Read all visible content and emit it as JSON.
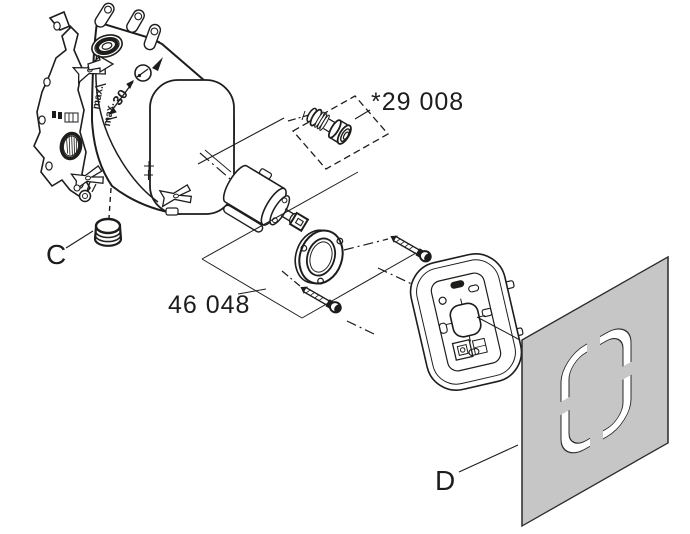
{
  "diagram": {
    "type": "exploded-parts-diagram",
    "background": "#ffffff",
    "line_color": "#1d1d1b",
    "seal_panel_fill": "#c6c6c6",
    "callouts": {
      "check_valve": {
        "text": "*29 008"
      },
      "cartridge_service_kit": {
        "text": "46 048"
      },
      "plug": {
        "text": "C"
      },
      "seal_panel": {
        "text": "D"
      }
    },
    "body_markings": {
      "depth_scale_value": "30",
      "max_upper": "max.",
      "max_lower": "max."
    },
    "icons": [
      "level-indicator-icon",
      "direction-arrow-icon",
      "depth-range-arrow-icon"
    ]
  }
}
